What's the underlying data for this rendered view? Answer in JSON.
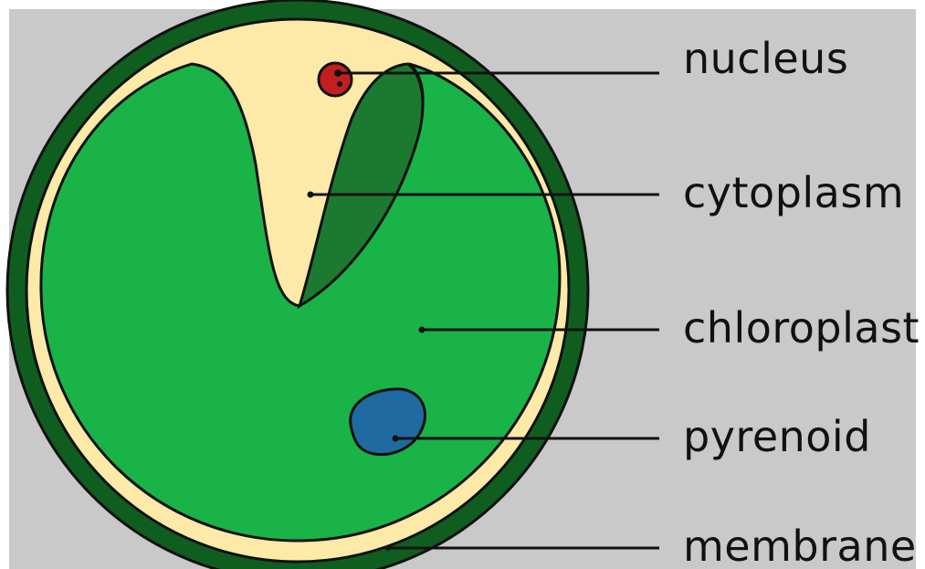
{
  "colors": {
    "background": "#c9c9c9",
    "outer_ring": "#0f5e1f",
    "membrane_gap": "#fdeaa8",
    "chloroplast": "#1ab347",
    "chloroplast_dark": "#1b7a30",
    "cytoplasm": "#fdeaa8",
    "nucleus": "#c41f1f",
    "pyrenoid": "#1f6aa0",
    "outline": "#111111"
  },
  "labels": {
    "nucleus": "nucleus",
    "cytoplasm": "cytoplasm",
    "chloroplast": "chloroplast",
    "pyrenoid": "pyrenoid",
    "membrane": "membrane"
  }
}
